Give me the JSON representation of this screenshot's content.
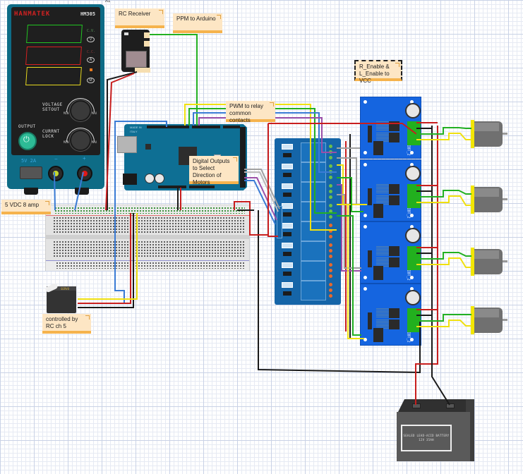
{
  "sheet": {
    "corner_label": "A1"
  },
  "power_supply": {
    "brand": "HANMATEK",
    "model": "HM305",
    "indicators": [
      "C.V.",
      "C.C."
    ],
    "indicator_buttons": [
      "V",
      "A",
      "M"
    ],
    "voltage_label": "VOLTAGE\nSETOUT",
    "current_label": "CURRNT\nLOCK",
    "knob_min": "MIN",
    "knob_max": "MAX",
    "output_label": "OUTPUT",
    "usb_label": "5V 2A",
    "neg_label": "−",
    "pos_label": "+",
    "display_colors": [
      "#22c422",
      "#d62020",
      "#e6d81e"
    ]
  },
  "notes": {
    "power": "5 VDC 8 amp",
    "rc_receiver": "RC Receiver",
    "ppm": "PPM to Arduino",
    "pwm": "PWM to relay common contacts",
    "digital": "Digital Outputs to Select Direction of Motors",
    "enable": "R_Enable & L_Enable to VCC",
    "servo": "controlled by RC ch 5"
  },
  "arduino": {
    "label_top": "MADE IN",
    "label_bottom": "ITALY"
  },
  "relay_board": {
    "channels": 8,
    "wired_channels": 4
  },
  "motor_drivers": {
    "label": "IBT_2",
    "count": 4
  },
  "motors": {
    "count": 4
  },
  "servo": {
    "label": "SERVO"
  },
  "battery": {
    "line1": "SEALED LEAD-ACID BATTERY",
    "line2": "12V 35AH"
  },
  "wire_colors": {
    "red": "#c81e1e",
    "black": "#1a1a1a",
    "blue": "#3a7bd5",
    "green": "#22b022",
    "yellow": "#f0e010",
    "purple": "#9b4fa8",
    "gray": "#a0a0a0"
  }
}
